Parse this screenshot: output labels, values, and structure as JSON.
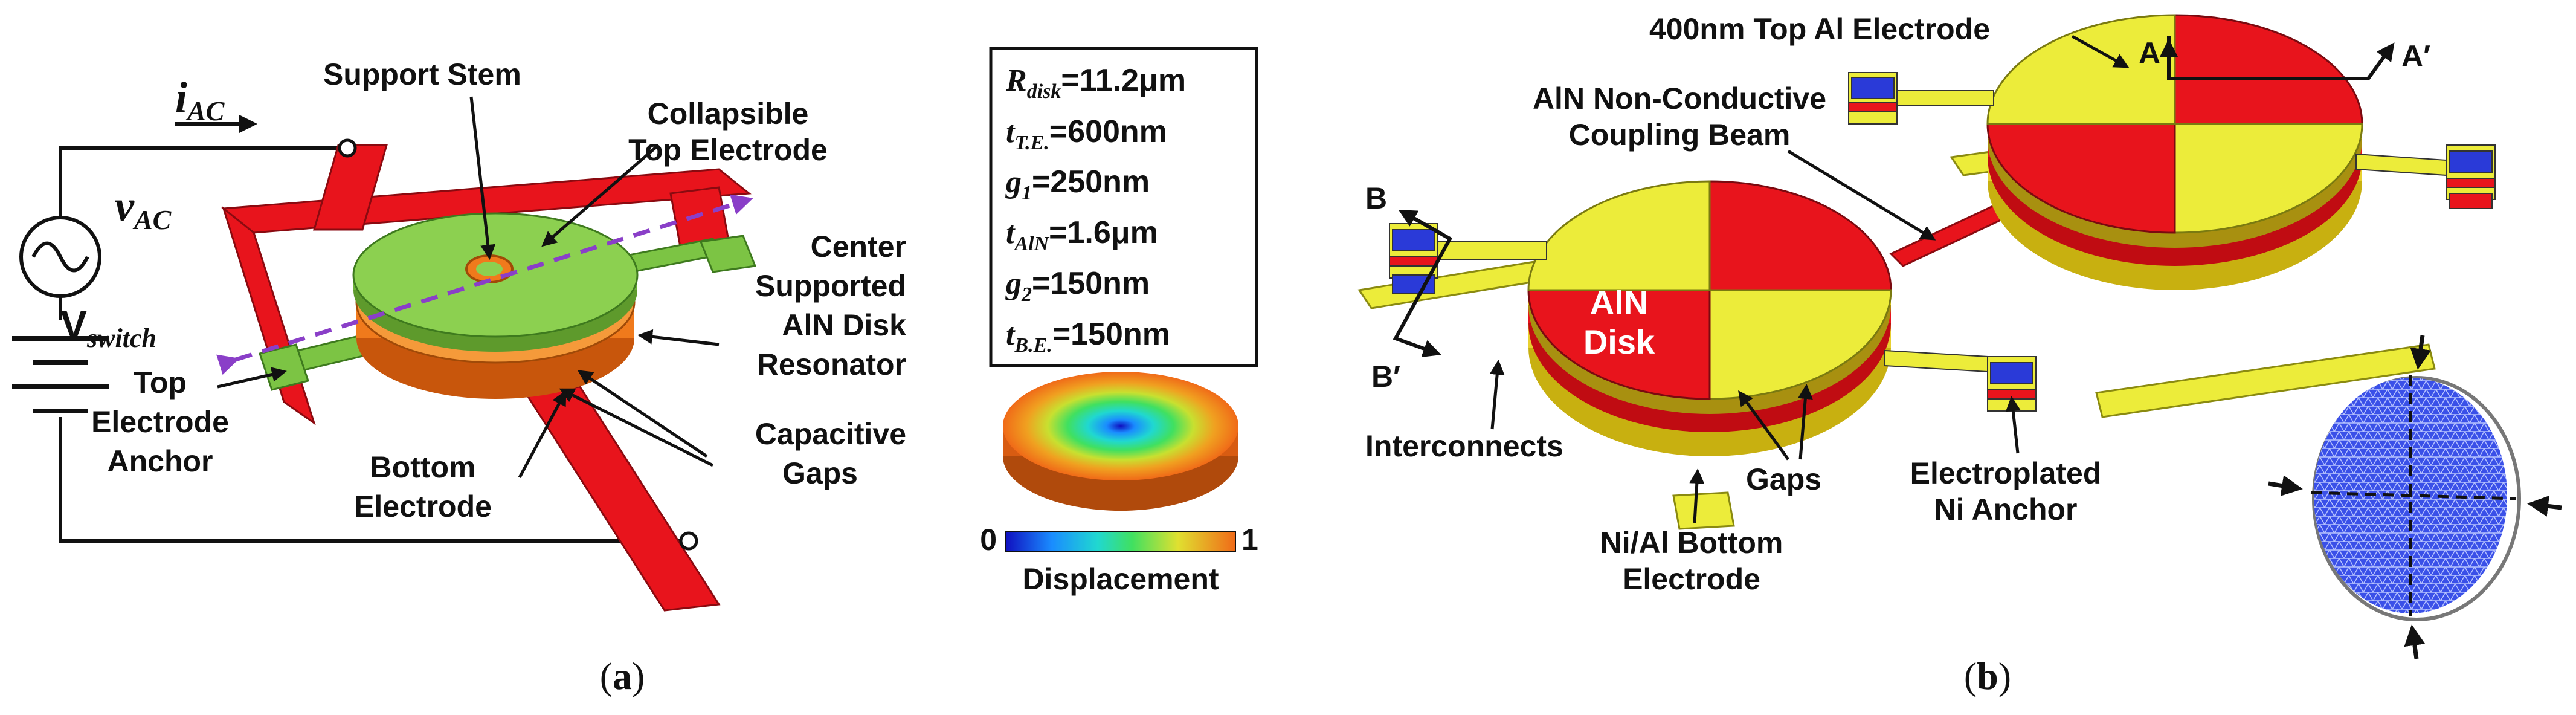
{
  "panel_a": {
    "caption_open": "(",
    "caption_letter": "a",
    "caption_close": ")",
    "i_ac": "i",
    "i_ac_sub": "AC",
    "v_ac": "v",
    "v_ac_sub": "AC",
    "v_switch": "V",
    "v_switch_sub": "switch",
    "labels": {
      "support_stem": "Support Stem",
      "collapsible_1": "Collapsible",
      "collapsible_2": "Top Electrode",
      "center_1": "Center",
      "center_2": "Supported",
      "center_3": "AlN Disk",
      "center_4": "Resonator",
      "capacitive_1": "Capacitive",
      "capacitive_2": "Gaps",
      "top_anchor_1": "Top",
      "top_anchor_2": "Electrode",
      "top_anchor_3": "Anchor",
      "bottom_1": "Bottom",
      "bottom_2": "Electrode"
    },
    "params": [
      {
        "sym": "R",
        "sub": "disk",
        "val": "=11.2μm"
      },
      {
        "sym": "t",
        "sub": "T.E.",
        "val": "=600nm"
      },
      {
        "sym": "g",
        "sub": "1",
        "val": "=250nm"
      },
      {
        "sym": "t",
        "sub": "AlN",
        "val": "=1.6μm"
      },
      {
        "sym": "g",
        "sub": "2",
        "val": "=150nm"
      },
      {
        "sym": "t",
        "sub": "B.E.",
        "val": "=150nm"
      }
    ],
    "colorbar": {
      "min": "0",
      "max": "1",
      "label": "Displacement"
    }
  },
  "panel_b": {
    "caption_open": "(",
    "caption_letter": "b",
    "caption_close": ")",
    "labels": {
      "top_al": "400nm Top Al Electrode",
      "beam_1": "AlN Non-Conductive",
      "beam_2": "Coupling Beam",
      "disk_1": "AlN",
      "disk_2": "Disk",
      "interconnects": "Interconnects",
      "gaps": "Gaps",
      "electro_1": "Electroplated",
      "electro_2": "Ni Anchor",
      "ni_1": "Ni/Al Bottom",
      "ni_2": "Electrode",
      "A": "A",
      "A_prime": "A′",
      "B": "B",
      "B_prime": "B′"
    }
  },
  "colors": {
    "red": "#e8141c",
    "green": "#7cc444",
    "orange": "#f07a1c",
    "yellow": "#ecec3a",
    "blue": "#2a3ad8",
    "purple": "#8a3fc8"
  }
}
